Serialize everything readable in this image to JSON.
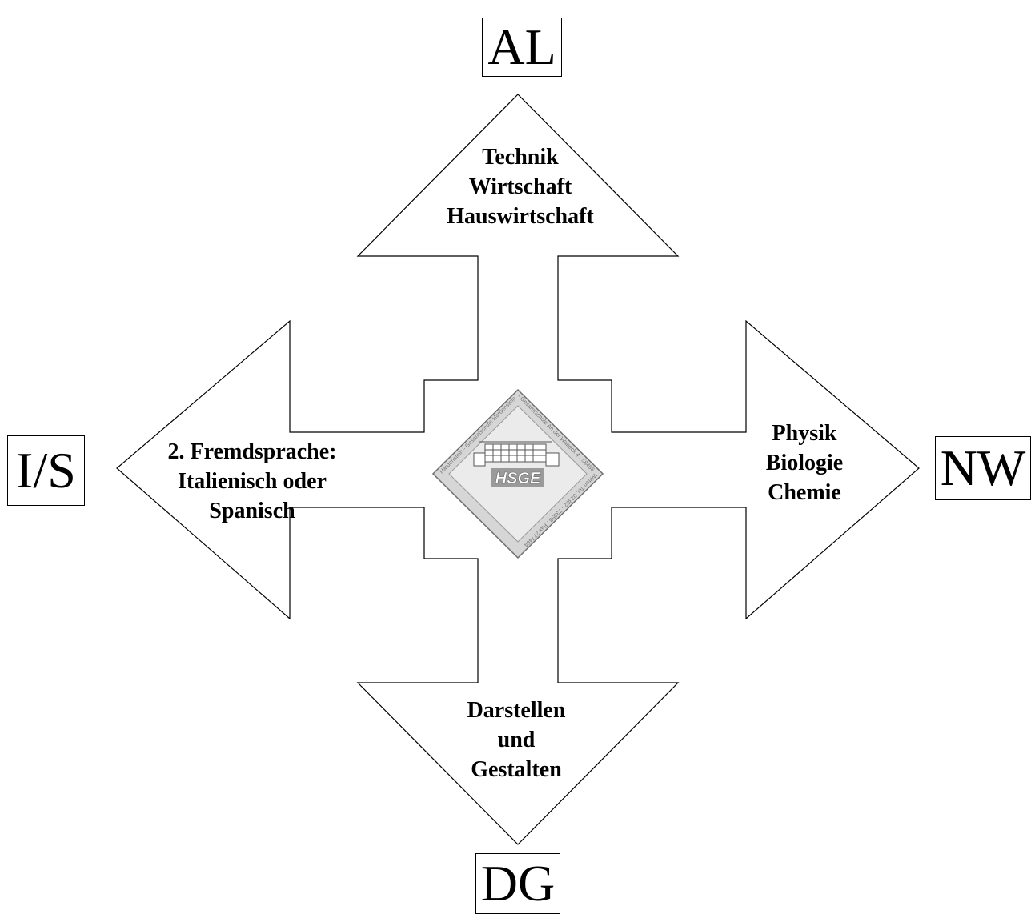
{
  "boxes": {
    "top": "AL",
    "left": "I/S",
    "right": "NW",
    "bottom": "DG"
  },
  "arrows": {
    "top": [
      "Technik",
      "Wirtschaft",
      "Hauswirtschaft"
    ],
    "left": [
      "2. Fremdsprache:",
      "Italienisch oder",
      "Spanisch"
    ],
    "right": [
      "Physik",
      "Biologie",
      "Chemie"
    ],
    "bottom": [
      "Darstellen",
      "und",
      "Gestalten"
    ]
  },
  "logo": {
    "name": "HSGE",
    "ring_text": "Hardenstein - Gesamtschule   Hardenstein - Gesamtschule   An der Wabeck 4 . 58456 Witten   Tel. 02302 - 73053 . Fax 277464"
  },
  "colors": {
    "arrow_fill": "#ffffff",
    "stroke": "#000000",
    "logo_gray": "#9a9a9a",
    "logo_light": "#d8d8d8"
  }
}
